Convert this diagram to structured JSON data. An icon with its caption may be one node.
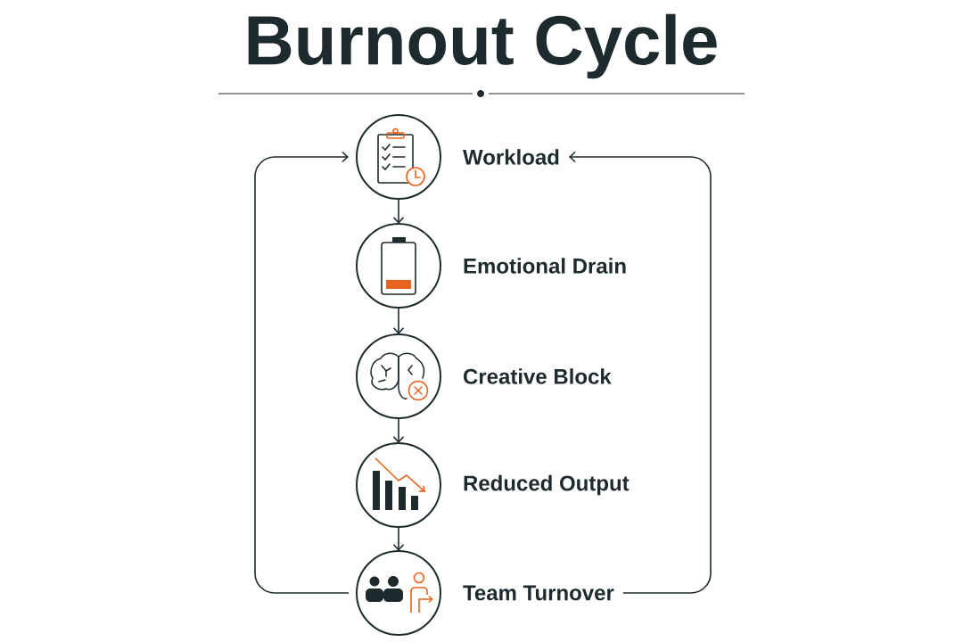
{
  "diagram": {
    "title": "Burnout Cycle",
    "nodes": [
      {
        "text": [
          "Workload"
        ]
      },
      {
        "text": [
          "Emotional Drain"
        ]
      },
      {
        "text": [
          "Creative Block"
        ]
      },
      {
        "text": [
          "Reduced Output"
        ]
      },
      {
        "text": [
          "Team Turnover"
        ]
      }
    ],
    "edges": [
      {
        "from": 0,
        "to": 1,
        "arrow": "to"
      },
      {
        "from": 1,
        "to": 2,
        "arrow": "to"
      },
      {
        "from": 2,
        "to": 3,
        "arrow": "to"
      },
      {
        "from": 3,
        "to": 4,
        "arrow": "to"
      },
      {
        "from": 4,
        "to": 0,
        "arrow": "to"
      },
      {
        "from": 4,
        "to": 0,
        "arrow": "to"
      }
    ]
  }
}
